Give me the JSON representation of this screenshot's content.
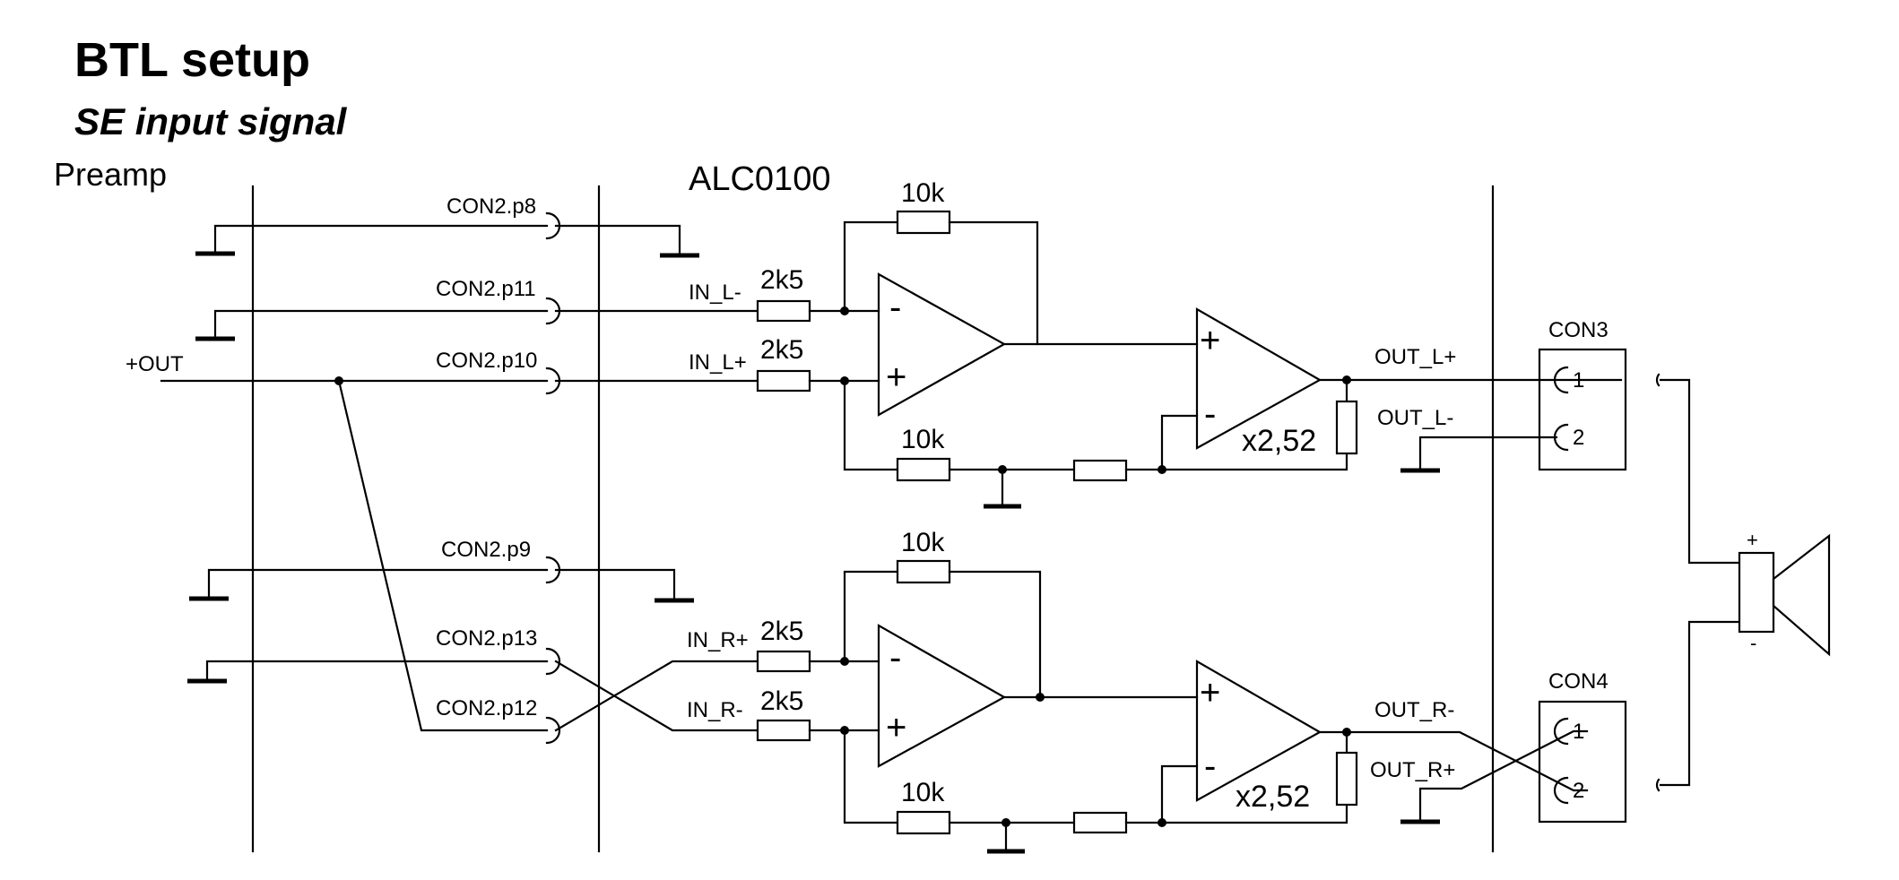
{
  "title": "BTL setup",
  "subtitle": "SE input signal",
  "sections": {
    "preamp": "Preamp",
    "board": "ALC0100"
  },
  "labels": {
    "out": "+OUT",
    "con2_p8": "CON2.p8",
    "con2_p11": "CON2.p11",
    "con2_p10": "CON2.p10",
    "con2_p9": "CON2.p9",
    "con2_p13": "CON2.p13",
    "con2_p12": "CON2.p12",
    "in_l_minus": "IN_L-",
    "in_l_plus": "IN_L+",
    "in_r_plus": "IN_R+",
    "in_r_minus": "IN_R-",
    "out_l_plus": "OUT_L+",
    "out_l_minus": "OUT_L-",
    "out_r_minus": "OUT_R-",
    "out_r_plus": "OUT_R+",
    "con3": "CON3",
    "con4": "CON4"
  },
  "components": {
    "r_feedback": "10k",
    "r_input": "2k5",
    "gain": "x2,52"
  },
  "symbols": {
    "minus": "-",
    "plus": "+",
    "pin1": "1",
    "pin2": "2"
  }
}
